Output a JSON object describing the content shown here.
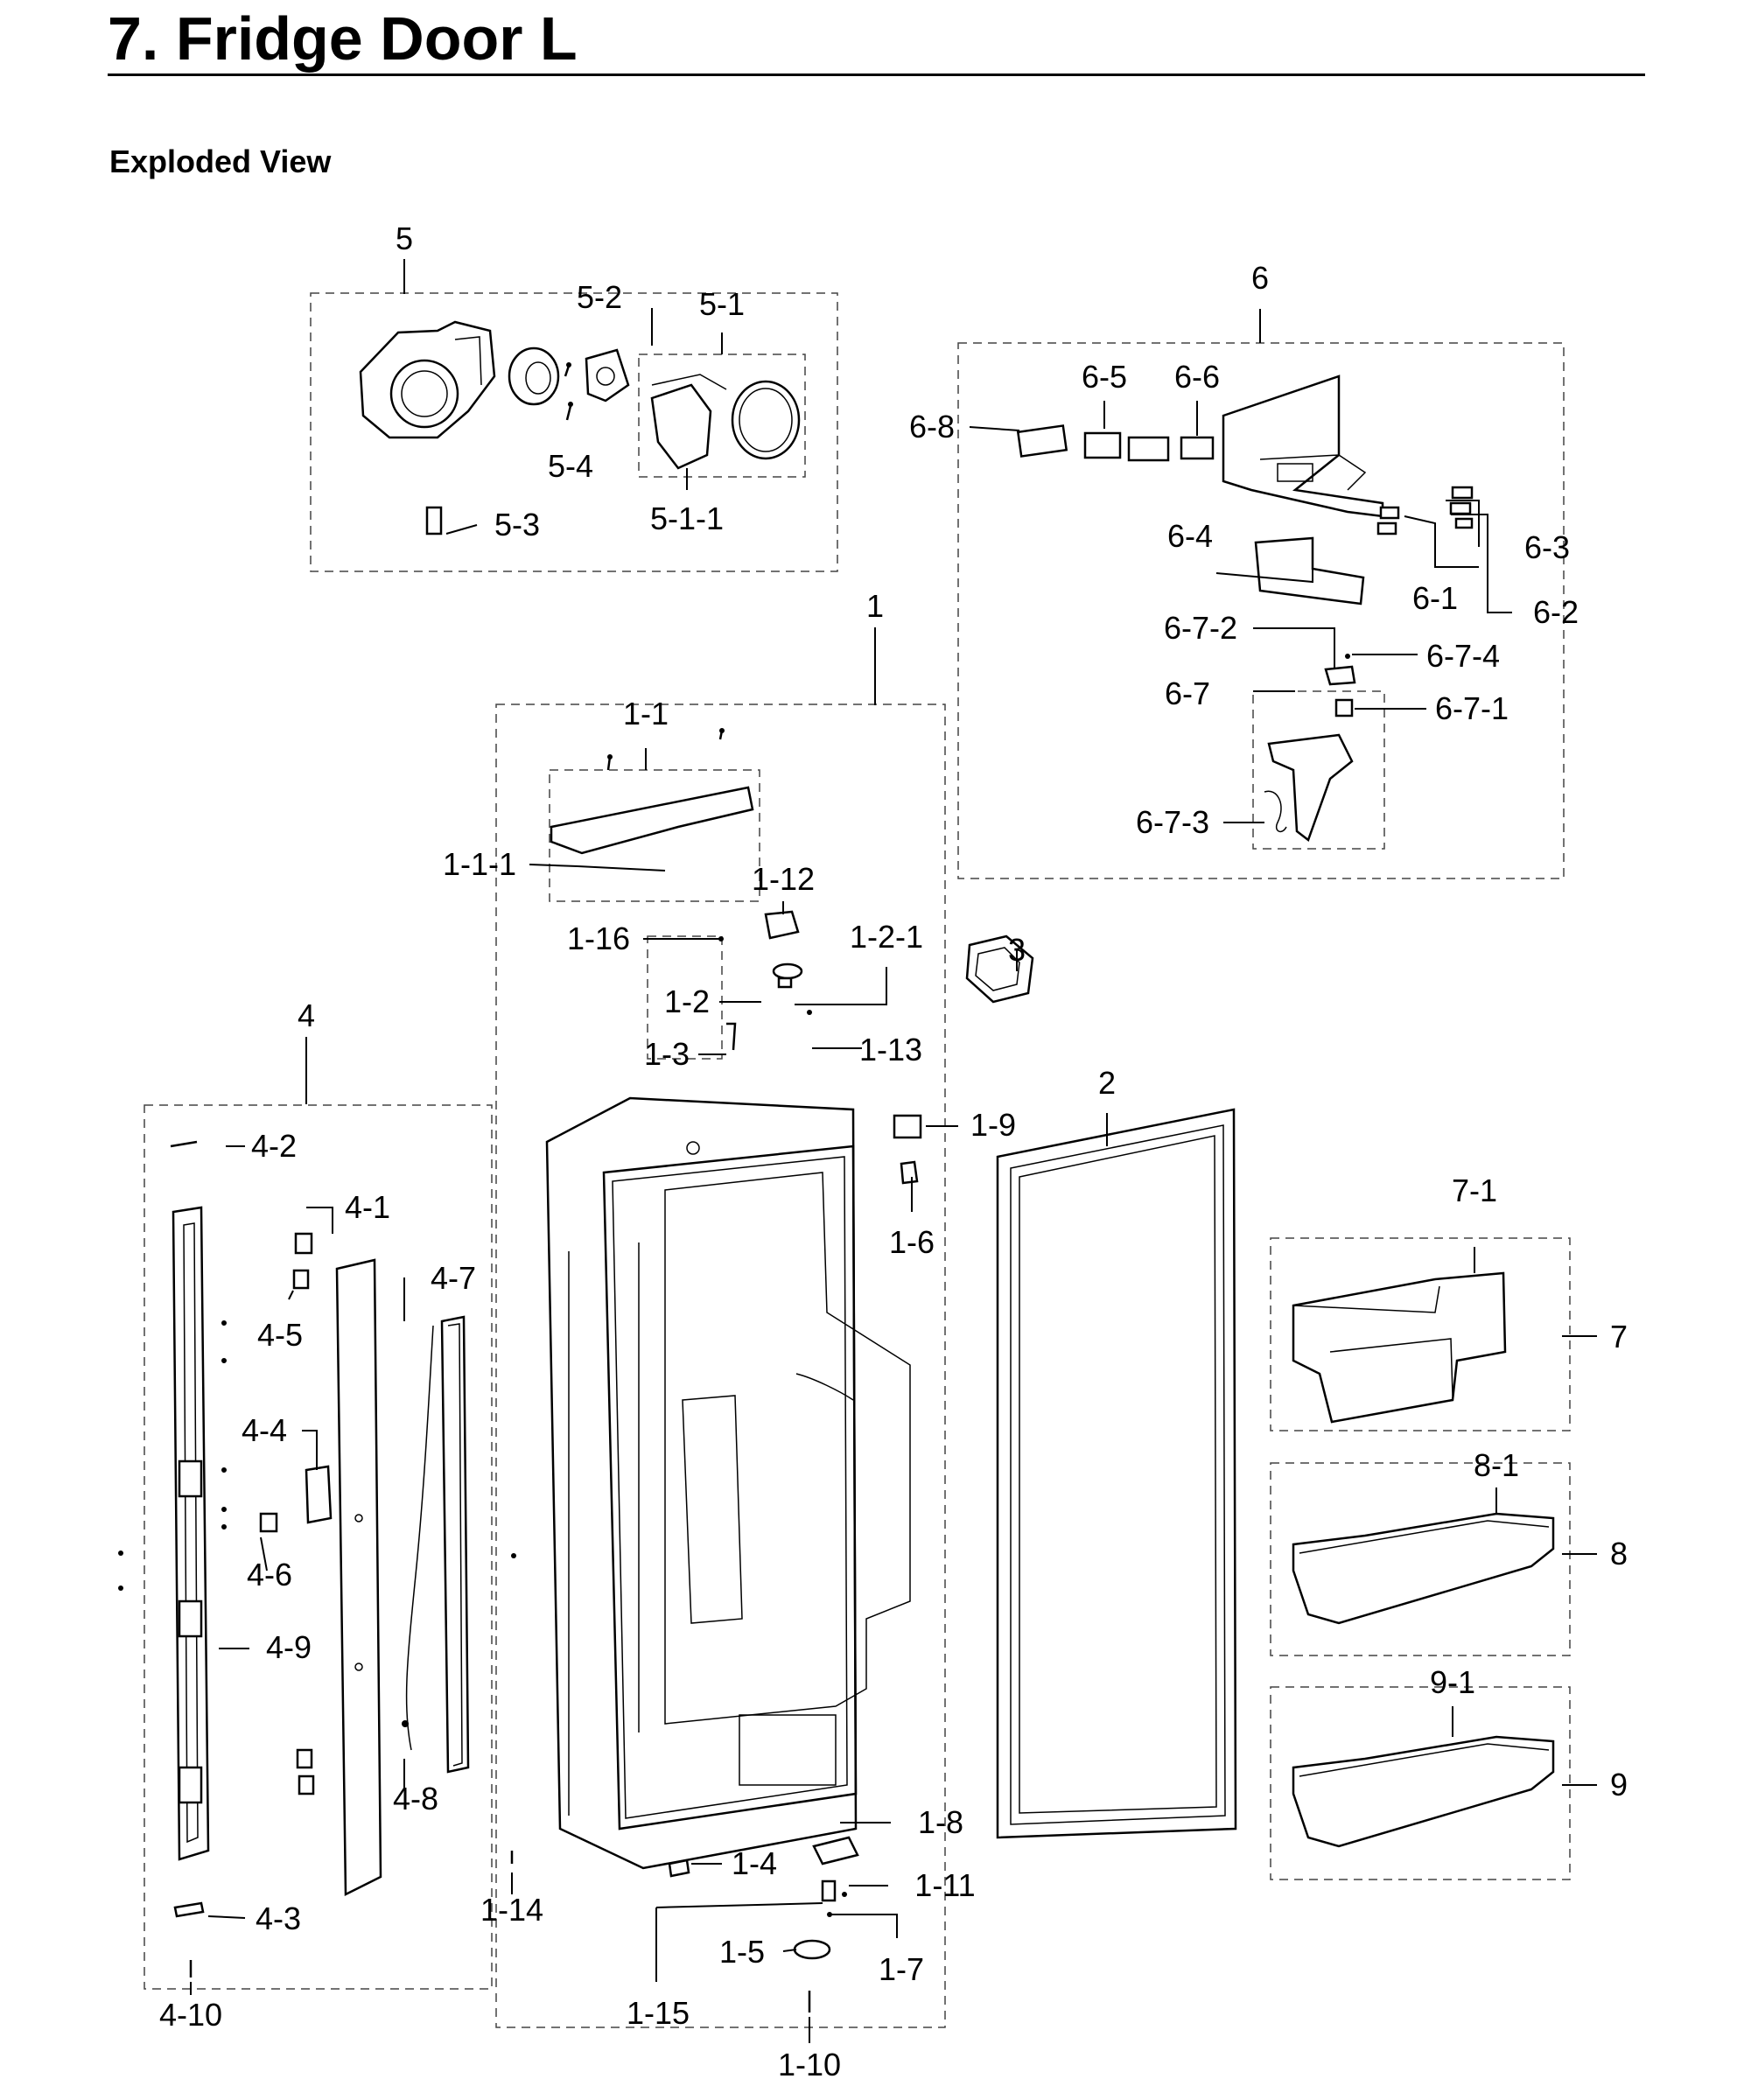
{
  "page": {
    "title": "7.  Fridge Door L",
    "subtitle": "Exploded View"
  },
  "callouts": [
    "5",
    "5-2",
    "5-1",
    "5-4",
    "5-1-1",
    "5-3",
    "6",
    "6-5",
    "6-6",
    "6-8",
    "6-4",
    "6-3",
    "6-1",
    "6-2",
    "6-7-2",
    "6-7-4",
    "6-7",
    "6-7-1",
    "6-7-3",
    "1",
    "1-1",
    "1-1-1",
    "1-12",
    "1-16",
    "1-2-1",
    "1-2",
    "3",
    "1-3",
    "1-13",
    "4",
    "2",
    "4-2",
    "1-9",
    "1-6",
    "4-1",
    "7-1",
    "4-7",
    "7",
    "4-5",
    "4-4",
    "8-1",
    "8",
    "4-6",
    "4-9",
    "9-1",
    "9",
    "4-8",
    "1-8",
    "1-4",
    "1-11",
    "1-14",
    "4-3",
    "1-7",
    "1-5",
    "4-10",
    "1-15",
    "1-10"
  ]
}
